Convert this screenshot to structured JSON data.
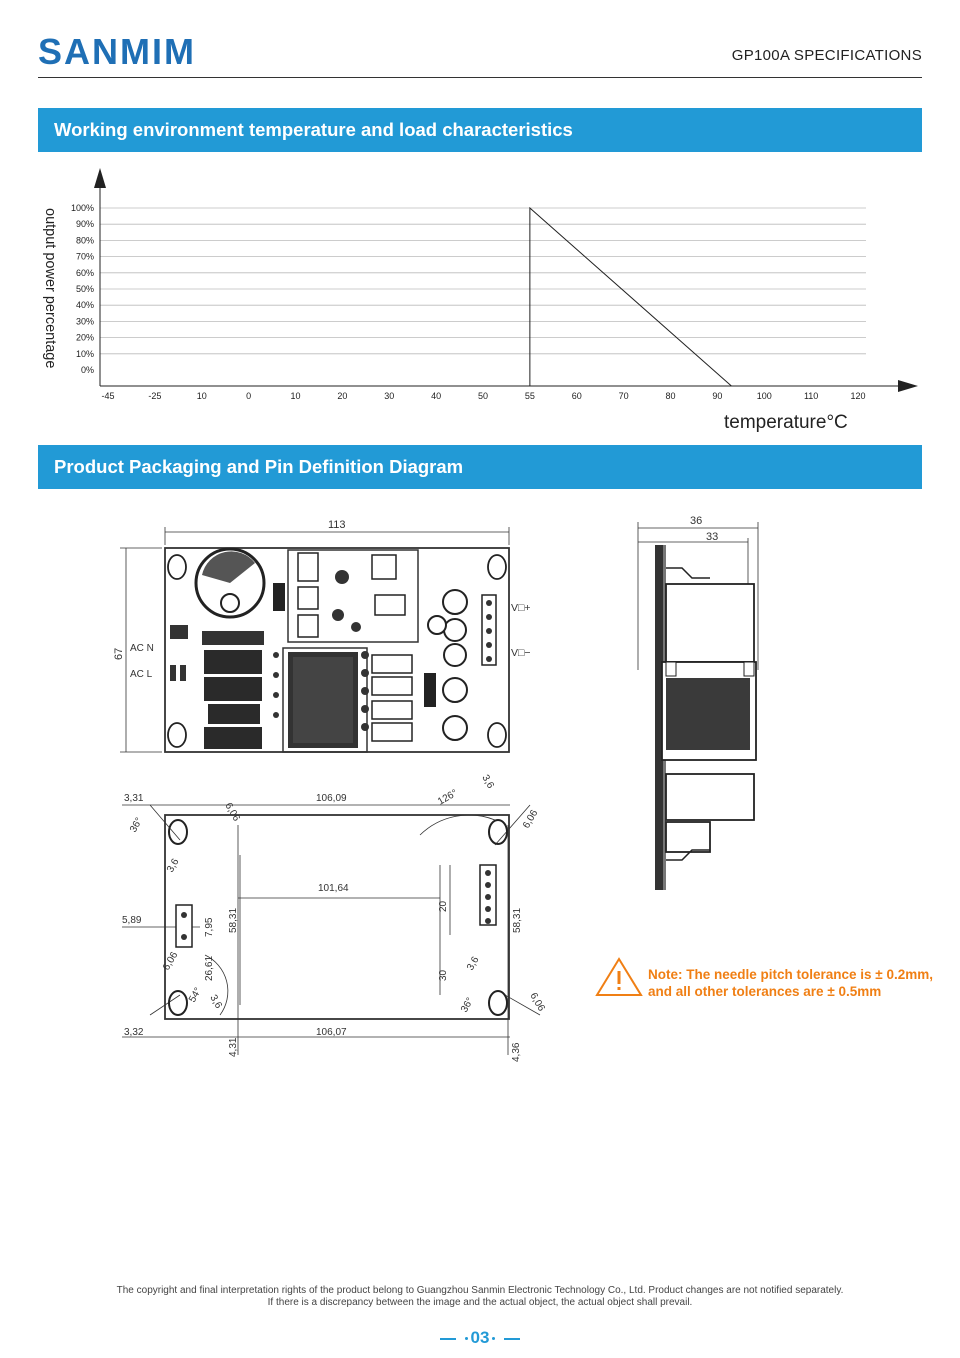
{
  "header": {
    "logo_text": "SANMIM",
    "doc_title": "GP100A  SPECIFICATIONS",
    "accent_color": "#229ad6"
  },
  "section1": {
    "title": "Working environment temperature and load characteristics"
  },
  "chart_data": {
    "type": "line",
    "ylabel": "output power percentage",
    "xlabel": "temperature°C",
    "y_tick_labels": [
      "100%",
      "90%",
      "80%",
      "70%",
      "60%",
      "50%",
      "40%",
      "30%",
      "20%",
      "10%",
      "0%"
    ],
    "x_tick_labels": [
      "-45",
      "-25",
      "10",
      "0",
      "10",
      "20",
      "30",
      "40",
      "50",
      "55",
      "60",
      "70",
      "80",
      "90",
      "100",
      "110",
      "120"
    ],
    "series": [
      {
        "x": [
          55,
          55,
          93
        ],
        "y": [
          0,
          100,
          0
        ]
      }
    ],
    "ylim": [
      0,
      100
    ],
    "grid": true
  },
  "section2": {
    "title": "Product Packaging and Pin Definition Diagram"
  },
  "top_view": {
    "width_dim": "113",
    "height_dim": "67",
    "ac_n": "AC  N",
    "ac_l": "AC  L",
    "v_plus": "V□+",
    "v_minus": "V□−"
  },
  "bottom_view": {
    "dims": [
      "3,31",
      "106,09",
      "3,6",
      "6,06",
      "126°",
      "6,06",
      "36°",
      "3,6",
      "101,64",
      "5,89",
      "7,95",
      "58,31",
      "20",
      "58,31",
      "6,06",
      "26,61",
      "54°",
      "3,6",
      "30",
      "3,6",
      "36°",
      "6,06",
      "3,32",
      "106,07",
      "4,31",
      "4,36"
    ]
  },
  "side_view": {
    "dim_outer": "36",
    "dim_inner": "33"
  },
  "note": {
    "line1": "Note: The needle pitch tolerance is ± 0.2mm,",
    "line2": "and all other tolerances are ± 0.5mm",
    "color": "#f07f14"
  },
  "footer": {
    "line1": "The copyright and final interpretation rights of the product belong to Guangzhou Sanmin Electronic Technology Co., Ltd. Product changes are not notified separately.",
    "line2": "If there is a discrepancy between the image and the actual object, the actual object shall prevail.",
    "page_number": "03"
  }
}
